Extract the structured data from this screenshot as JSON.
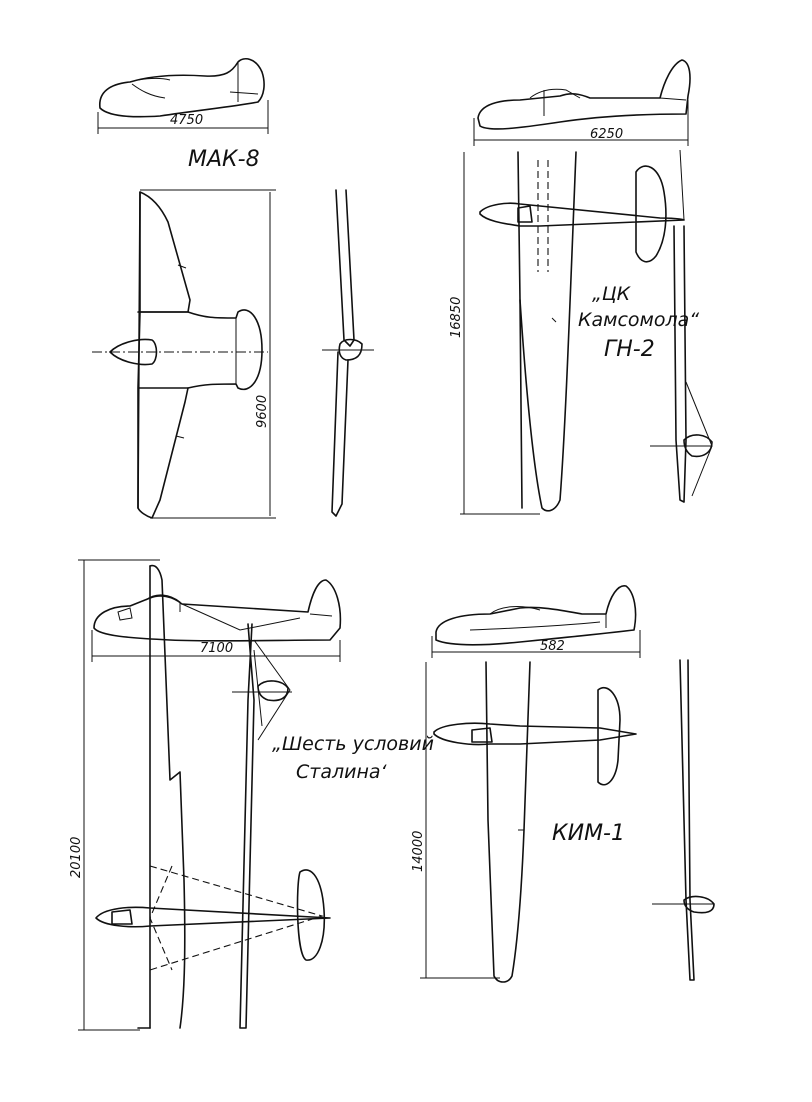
{
  "gliders": [
    {
      "name": "МАК-8",
      "length_dim": "4750",
      "span_dim": "9600"
    },
    {
      "name_line1": "„ЦК",
      "name_line2": "Камсомола“",
      "name_line3": "ГН-2",
      "length_dim": "6250",
      "span_dim": "16850"
    },
    {
      "name_line1": "„Шесть условий",
      "name_line2": "Сталина‘",
      "length_dim": "7100",
      "span_dim": "20100"
    },
    {
      "name": "КИМ-1",
      "length_dim": "582",
      "span_dim": "14000"
    }
  ],
  "colors": {
    "ink": "#111111",
    "paper": "#ffffff"
  }
}
